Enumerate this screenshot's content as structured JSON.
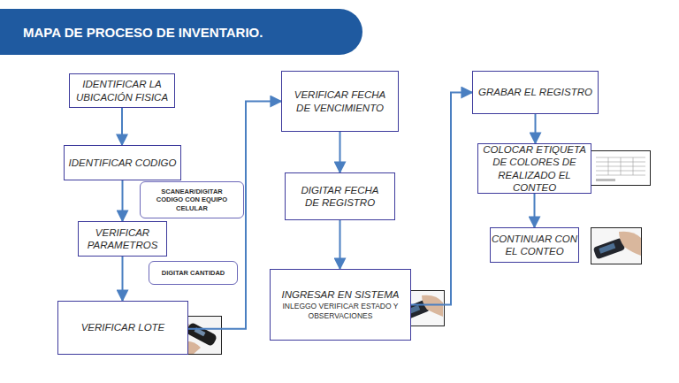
{
  "diagram": {
    "title": "MAPA DE PROCESO DE INVENTARIO.",
    "nodes": [
      {
        "text": [
          "IDENTIFICAR LA UBICACIÓN FISICA"
        ]
      },
      {
        "text": [
          "IDENTIFICAR CODIGO"
        ]
      },
      {
        "text": [
          "SCANEAR/DIGITAR CODIGO CON EQUIPO CELULAR"
        ]
      },
      {
        "text": [
          "VERIFICAR PARAMETROS"
        ]
      },
      {
        "text": [
          "DIGITAR CANTIDAD"
        ]
      },
      {
        "text": [
          "VERIFICAR LOTE"
        ]
      },
      {
        "text": [
          "VERIFICAR FECHA DE VENCIMIENTO"
        ]
      },
      {
        "text": [
          "DIGITAR FECHA DE REGISTRO"
        ]
      },
      {
        "text": [
          "INGRESAR EN SISTEMA",
          "INLEGGO VERIFICAR ESTADO Y OBSERVACIONES"
        ]
      },
      {
        "text": [
          "GRABAR EL REGISTRO"
        ]
      },
      {
        "text": [
          "COLOCAR ETIQUETA DE COLORES DE REALIZADO EL CONTEO"
        ]
      },
      {
        "text": [
          "CONTINUAR CON EL CONTEO"
        ]
      }
    ],
    "edges": [
      {
        "from": 0,
        "to": 1,
        "arrow": "to"
      },
      {
        "from": 1,
        "to": 3,
        "arrow": "to"
      },
      {
        "from": 3,
        "to": 5,
        "arrow": "to"
      },
      {
        "from": 5,
        "to": 6,
        "arrow": "to"
      },
      {
        "from": 6,
        "to": 7,
        "arrow": "to"
      },
      {
        "from": 7,
        "to": 8,
        "arrow": "to"
      },
      {
        "from": 8,
        "to": 9,
        "arrow": "to"
      },
      {
        "from": 9,
        "to": 10,
        "arrow": "to"
      },
      {
        "from": 10,
        "to": 11,
        "arrow": "to"
      }
    ]
  }
}
